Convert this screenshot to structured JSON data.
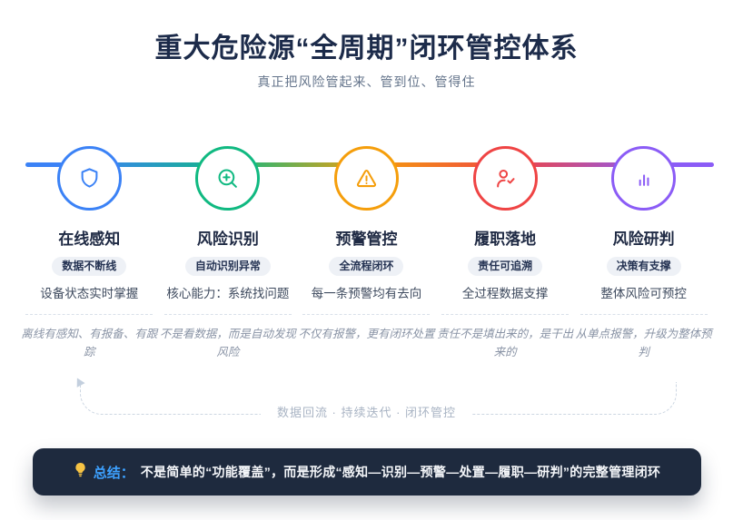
{
  "header": {
    "title": "重大危险源“全周期”闭环管控体系",
    "subtitle": "真正把风险管起来、管到位、管得住",
    "title_color": "#1c2b4a"
  },
  "timeline": {
    "gradient_colors": [
      "#3b82f6",
      "#10b981",
      "#f59e0b",
      "#ef4444",
      "#8b5cf6"
    ]
  },
  "steps": [
    {
      "icon": "shield-icon",
      "color": "#3b82f6",
      "title": "在线感知",
      "badge": "数据不断线",
      "desc": "设备状态实时掌握",
      "quote": "离线有感知、有报备、有跟踪"
    },
    {
      "icon": "zoom-in-icon",
      "color": "#10b981",
      "title": "风险识别",
      "badge": "自动识别异常",
      "desc": "核心能力：系统找问题",
      "quote": "不是看数据，而是自动发现风险"
    },
    {
      "icon": "warning-triangle-icon",
      "color": "#f59e0b",
      "title": "预警管控",
      "badge": "全流程闭环",
      "desc": "每一条预警均有去向",
      "quote": "不仅有报警，更有闭环处置"
    },
    {
      "icon": "user-check-icon",
      "color": "#ef4444",
      "title": "履职落地",
      "badge": "责任可追溯",
      "desc": "全过程数据支撑",
      "quote": "责任不是填出来的，是干出来的"
    },
    {
      "icon": "bar-chart-icon",
      "color": "#8b5cf6",
      "title": "风险研判",
      "badge": "决策有支撑",
      "desc": "整体风险可预控",
      "quote": "从单点报警，升级为整体预判"
    }
  ],
  "feedback_loop": {
    "label": "数据回流 · 持续迭代 · 闭环管控"
  },
  "summary": {
    "icon": "lightbulb-icon",
    "label": "总结：",
    "text": "不是简单的“功能覆盖”，而是形成“感知—识别—预警—处置—履职—研判”的完整管理闭环",
    "accent_color": "#3da1ff",
    "bar_color": "#1e2a3e"
  }
}
